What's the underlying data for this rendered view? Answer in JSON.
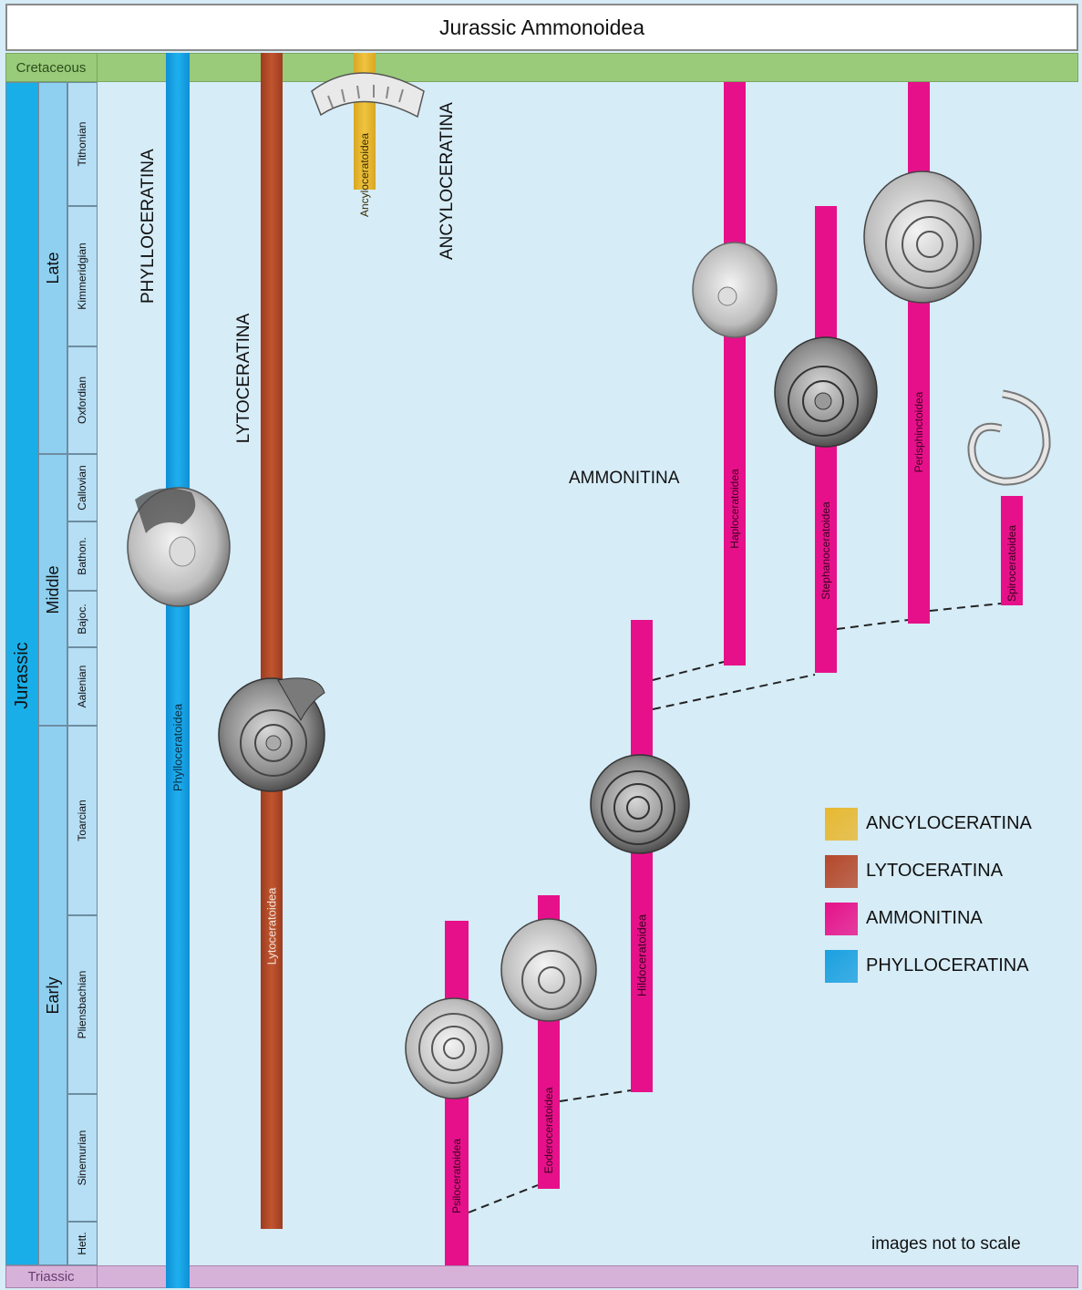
{
  "title": "Jurassic Ammonoidea",
  "periods": {
    "above": "Cretaceous",
    "main": "Jurassic",
    "below": "Triassic"
  },
  "epochs": [
    "Late",
    "Middle",
    "Early"
  ],
  "stages": [
    "Tithonian",
    "Kimmeridgian",
    "Oxfordian",
    "Callovian",
    "Bathon.",
    "Bajoc.",
    "Aalenian",
    "Toarcian",
    "Pliensbachian",
    "Sinemurian",
    "Hett."
  ],
  "suborders": {
    "phylloceratina": "PHYLLOCERATINA",
    "lytoceratina": "LYTOCERATINA",
    "ancyloceratina": "ANCYLOCERATINA",
    "ammonitina": "AMMONITINA"
  },
  "superfamilies": {
    "phylloceratoidea": "Phylloceratoidea",
    "lytoceratoidea": "Lytoceratoidea",
    "ancyloceratoidea": "Ancyloceratoidea",
    "psiloceratoidea": "Psiloceratoidea",
    "eoderoceratoidea": "Eoderoceratoidea",
    "hildoceratoidea": "Hildoceratoidea",
    "haploceratoidea": "Haploceratoidea",
    "stephanoceratoidea": "Stephanoceratoidea",
    "perisphinctoidea": "Perisphinctoidea",
    "spiroceratoidea": "Spiroceratoidea"
  },
  "legend": [
    {
      "label": "ANCYLOCERATINA",
      "color": "#e8b830"
    },
    {
      "label": "LYTOCERATINA",
      "color": "#b5482a"
    },
    {
      "label": "AMMONITINA",
      "color": "#e6118a"
    },
    {
      "label": "PHYLLOCERATINA",
      "color": "#1aa0e0"
    }
  ],
  "note": "images not to scale",
  "colors": {
    "background": "#d6ecf7",
    "cretaceous": "#9acb7a",
    "triassic": "#d6b2d9",
    "jurassic_column": "#1aaee8",
    "epoch_column": "#8fd0f0",
    "stage_column": "#b6def4"
  }
}
